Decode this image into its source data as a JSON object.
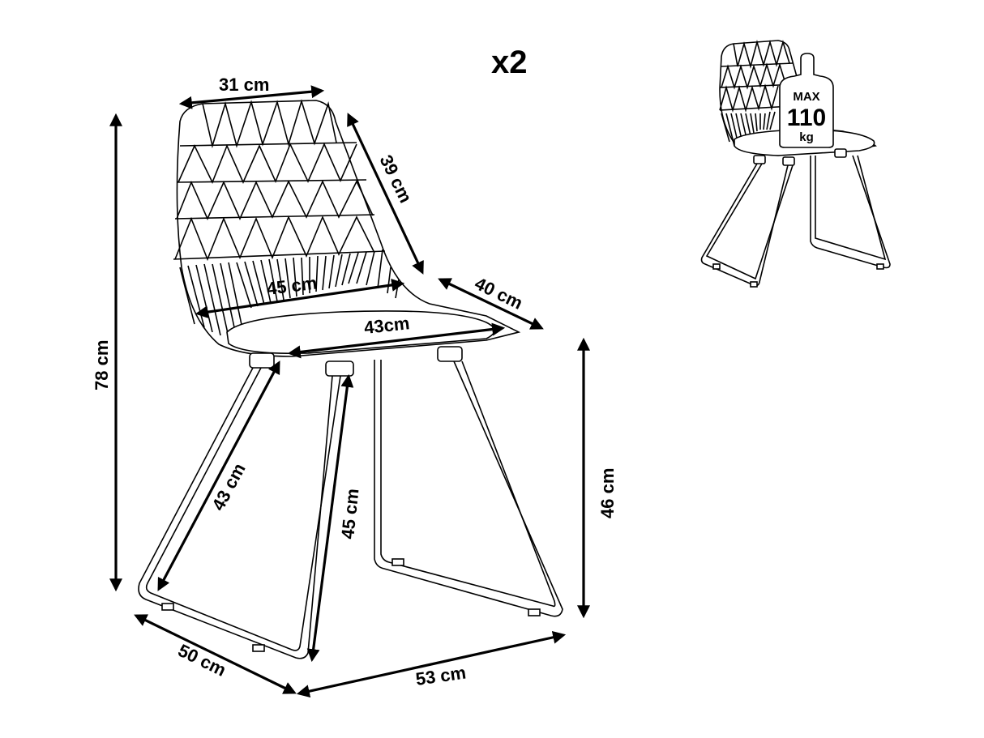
{
  "quantity": "x2",
  "dimensions": {
    "backrest_width": "31 cm",
    "backrest_height": "39 cm",
    "seat_width": "45 cm",
    "seat_depth": "40 cm",
    "seat_front_width": "43cm",
    "total_height": "78 cm",
    "leg_front": "43 cm",
    "leg_side": "45 cm",
    "seat_height": "46 cm",
    "base_depth": "50 cm",
    "base_width": "53 cm"
  },
  "max_load": {
    "line1": "MAX",
    "line2": "110",
    "line3": "kg"
  }
}
